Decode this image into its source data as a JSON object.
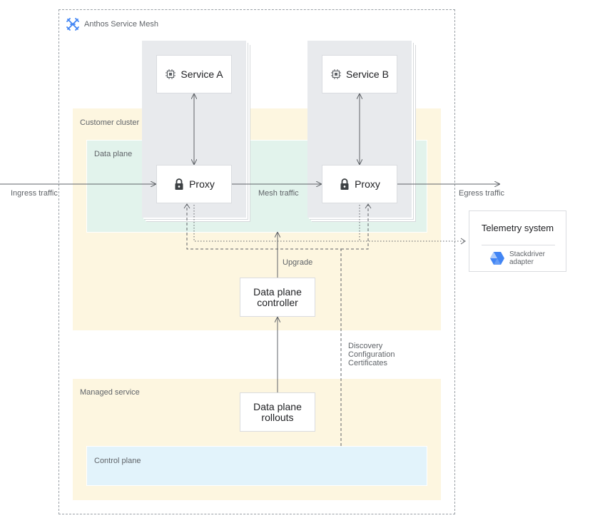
{
  "mesh": {
    "title": "Anthos Service Mesh",
    "icon": "anthos-service-mesh-icon"
  },
  "zones": {
    "customer_cluster": "Customer cluster",
    "data_plane": "Data plane",
    "managed_service": "Managed service",
    "control_plane": "Control plane"
  },
  "services": {
    "a": {
      "label": "Service A",
      "icon": "chip-icon"
    },
    "b": {
      "label": "Service B",
      "icon": "chip-icon"
    }
  },
  "proxies": {
    "a": {
      "label": "Proxy",
      "icon": "lock-icon"
    },
    "b": {
      "label": "Proxy",
      "icon": "lock-icon"
    }
  },
  "controller": {
    "line1": "Data plane",
    "line2": "controller"
  },
  "rollouts": {
    "line1": "Data plane",
    "line2": "rollouts"
  },
  "flows": {
    "ingress": "Ingress traffic",
    "mesh": "Mesh traffic",
    "egress": "Egress traffic",
    "upgrade": "Upgrade",
    "discovery": "Discovery",
    "configuration": "Configuration",
    "certificates": "Certificates"
  },
  "telemetry": {
    "title": "Telemetry system",
    "adapter_line1": "Stackdriver",
    "adapter_line2": "adapter",
    "icon": "stackdriver-icon"
  },
  "colors": {
    "cluster_bg": "#fdf6e0",
    "data_plane_bg": "#e2f3ec",
    "control_plane_bg": "#e2f3fb",
    "service_column_bg": "#e8eaed",
    "line": "#5f6368",
    "mesh_icon": "#4285f4"
  }
}
